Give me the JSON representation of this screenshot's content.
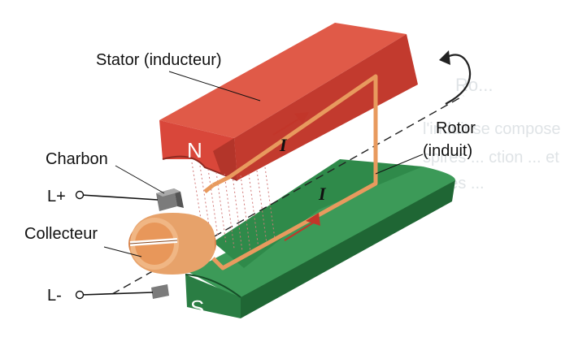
{
  "labels": {
    "stator": "Stator (inducteur)",
    "charbon": "Charbon",
    "collecteur": "Collecteur",
    "rotor_line1": "Rotor",
    "rotor_line2": "(induit)",
    "l_plus": "L+",
    "l_minus": "L-",
    "pole_north": "N",
    "pole_south": "S",
    "current_top": "I",
    "current_mid": "I"
  },
  "background_ghost_text": {
    "line1": "l'induit se compose plusi",
    "line2": "spires ... ction ... et",
    "line3": "spires ..."
  },
  "colors": {
    "north_pole": "#d9473a",
    "north_pole_dark": "#a72f25",
    "south_pole": "#2f8a4a",
    "south_pole_dark": "#1f6634",
    "rotor_wire": "#e89a5e",
    "commutator": "#e7a26a",
    "brush": "#7b7b7b",
    "text": "#111111"
  }
}
